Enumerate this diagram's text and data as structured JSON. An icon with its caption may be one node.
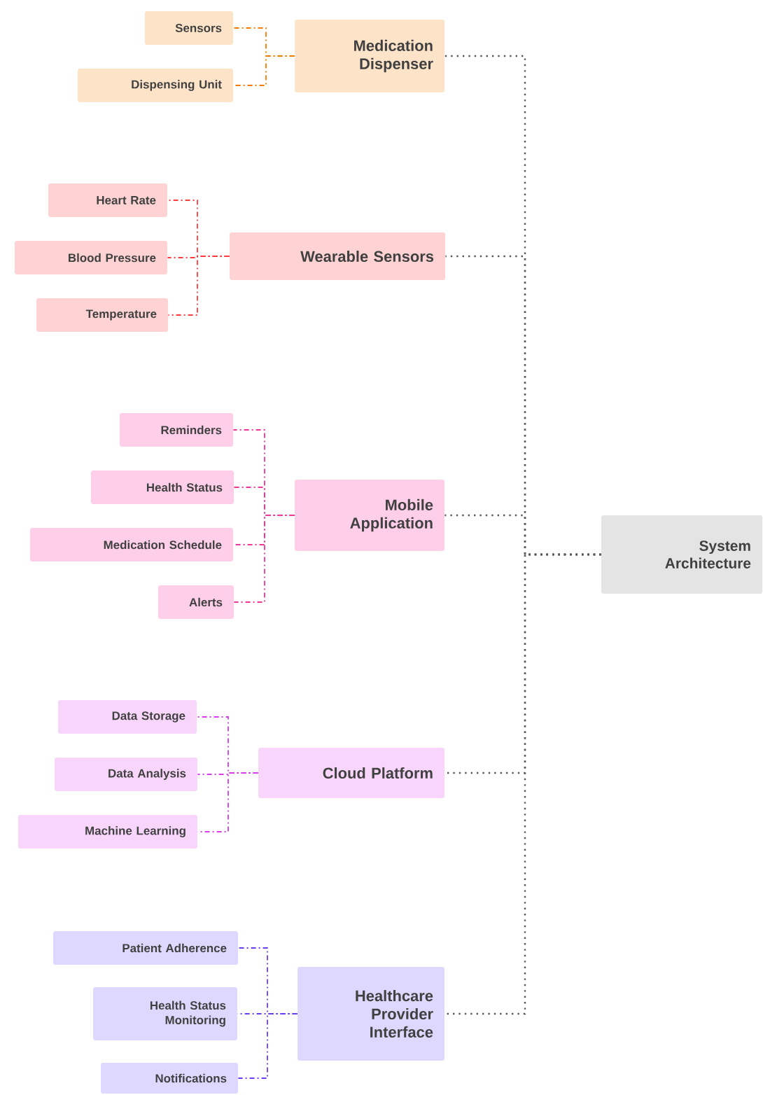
{
  "diagram": {
    "nodes": [
      {
        "text": [
          "Medication Dispenser"
        ]
      },
      {
        "text": [
          "Sensors"
        ]
      },
      {
        "text": [
          "Dispensing Unit"
        ]
      },
      {
        "text": [
          "Wearable Sensors"
        ]
      },
      {
        "text": [
          "Heart Rate"
        ]
      },
      {
        "text": [
          "Blood Pressure"
        ]
      },
      {
        "text": [
          "Temperature"
        ]
      },
      {
        "text": [
          "Mobile Application"
        ]
      },
      {
        "text": [
          "Reminders"
        ]
      },
      {
        "text": [
          "Health Status"
        ]
      },
      {
        "text": [
          "Medication Schedule"
        ]
      },
      {
        "text": [
          "Alerts"
        ]
      },
      {
        "text": [
          "Cloud Platform"
        ]
      },
      {
        "text": [
          "Data Storage"
        ]
      },
      {
        "text": [
          "Data Analysis"
        ]
      },
      {
        "text": [
          "Machine Learning"
        ]
      },
      {
        "text": [
          "Healthcare Provider Interface"
        ]
      },
      {
        "text": [
          "Patient Adherence"
        ]
      },
      {
        "text": [
          "Health Status Monitoring"
        ]
      },
      {
        "text": [
          "Notifications"
        ]
      },
      {
        "text": [
          "System Architecture"
        ]
      }
    ],
    "edges": [
      {
        "from": 20,
        "to": 0,
        "arrow": "none"
      },
      {
        "from": 20,
        "to": 3,
        "arrow": "none"
      },
      {
        "from": 20,
        "to": 7,
        "arrow": "none"
      },
      {
        "from": 20,
        "to": 12,
        "arrow": "none"
      },
      {
        "from": 20,
        "to": 16,
        "arrow": "none"
      },
      {
        "from": 0,
        "to": 1,
        "arrow": "none",
        "style": "dashed",
        "color": "#f57c00"
      },
      {
        "from": 0,
        "to": 2,
        "arrow": "none",
        "style": "dashed",
        "color": "#f57c00"
      },
      {
        "from": 3,
        "to": 4,
        "arrow": "none",
        "style": "dashed",
        "color": "#ff3b3b"
      },
      {
        "from": 3,
        "to": 5,
        "arrow": "none",
        "style": "dashed",
        "color": "#ff3b3b"
      },
      {
        "from": 3,
        "to": 6,
        "arrow": "none",
        "style": "dashed",
        "color": "#ff3b3b"
      },
      {
        "from": 7,
        "to": 8,
        "arrow": "none",
        "style": "dashed",
        "color": "#f0359a"
      },
      {
        "from": 7,
        "to": 9,
        "arrow": "none",
        "style": "dashed",
        "color": "#f0359a"
      },
      {
        "from": 7,
        "to": 10,
        "arrow": "none",
        "style": "dashed",
        "color": "#f0359a"
      },
      {
        "from": 7,
        "to": 11,
        "arrow": "none",
        "style": "dashed",
        "color": "#f0359a"
      },
      {
        "from": 12,
        "to": 13,
        "arrow": "none",
        "style": "dashed",
        "color": "#d63ce8"
      },
      {
        "from": 12,
        "to": 14,
        "arrow": "none",
        "style": "dashed",
        "color": "#d63ce8"
      },
      {
        "from": 12,
        "to": 15,
        "arrow": "none",
        "style": "dashed",
        "color": "#d63ce8"
      },
      {
        "from": 16,
        "to": 17,
        "arrow": "none",
        "style": "dashed",
        "color": "#6b3df0"
      },
      {
        "from": 16,
        "to": 18,
        "arrow": "none",
        "style": "dashed",
        "color": "#6b3df0"
      },
      {
        "from": 16,
        "to": 19,
        "arrow": "none",
        "style": "dashed",
        "color": "#6b3df0"
      }
    ]
  }
}
